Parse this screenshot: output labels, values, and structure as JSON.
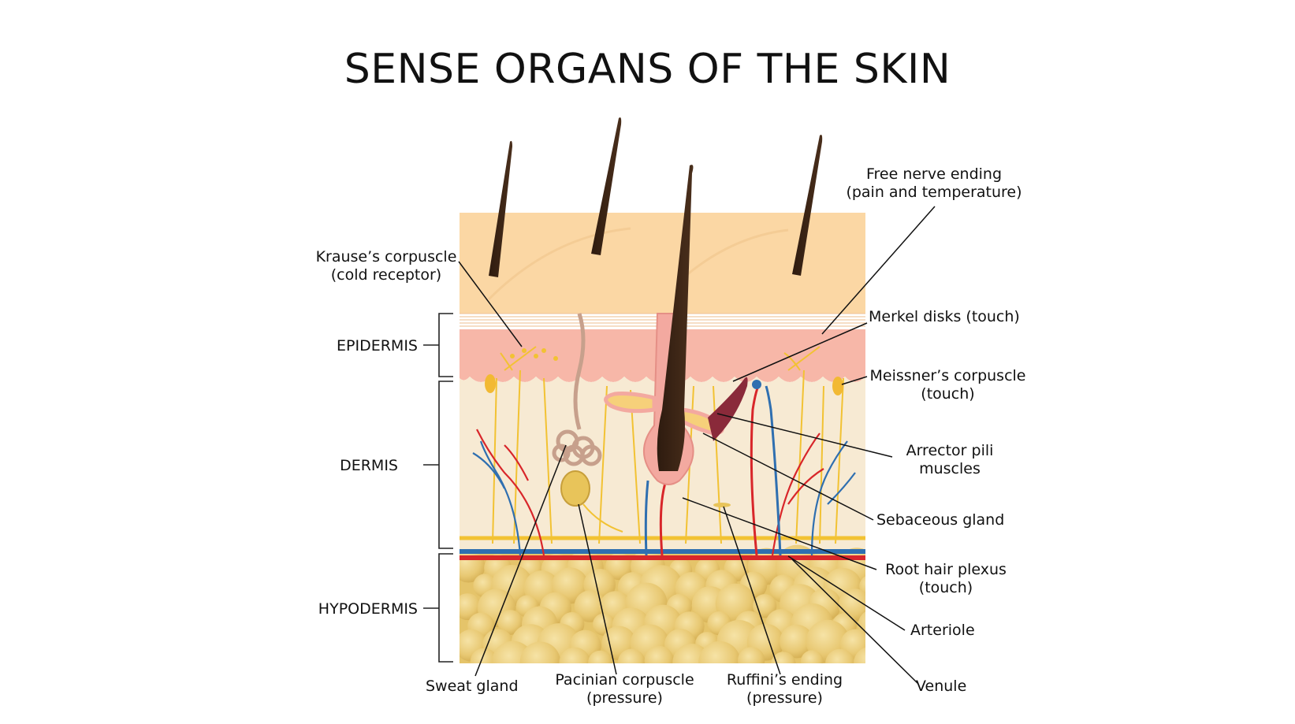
{
  "title": "SENSE ORGANS OF THE SKIN",
  "layers": {
    "epidermis": "EPIDERMIS",
    "dermis": "DERMIS",
    "hypodermis": "HYPODERMIS"
  },
  "labels": {
    "krause_line1": "Krause’s corpuscle",
    "krause_line2": "(cold receptor)",
    "free_nerve_line1": "Free nerve ending",
    "free_nerve_line2": "(pain and temperature)",
    "merkel": "Merkel disks (touch)",
    "meissner_line1": "Meissner’s corpuscle",
    "meissner_line2": "(touch)",
    "arrector_line1": "Arrector pili",
    "arrector_line2": "muscles",
    "sebaceous": "Sebaceous gland",
    "root_line1": "Root hair plexus",
    "root_line2": "(touch)",
    "arteriole": "Arteriole",
    "venule": "Venule",
    "sweat": "Sweat gland",
    "pacinian_line1": "Pacinian corpuscle",
    "pacinian_line2": "(pressure)",
    "ruffini_line1": "Ruffini’s ending",
    "ruffini_line2": "(pressure)"
  },
  "colors": {
    "skin_surface": "#fbd7a4",
    "epidermis": "#f7b7a8",
    "dermis": "#f7ead3",
    "hypodermis": "#e7c66a",
    "hair": "#3b2516",
    "artery": "#d8262a",
    "vein": "#2f6fb0",
    "nerve": "#f2c233"
  }
}
